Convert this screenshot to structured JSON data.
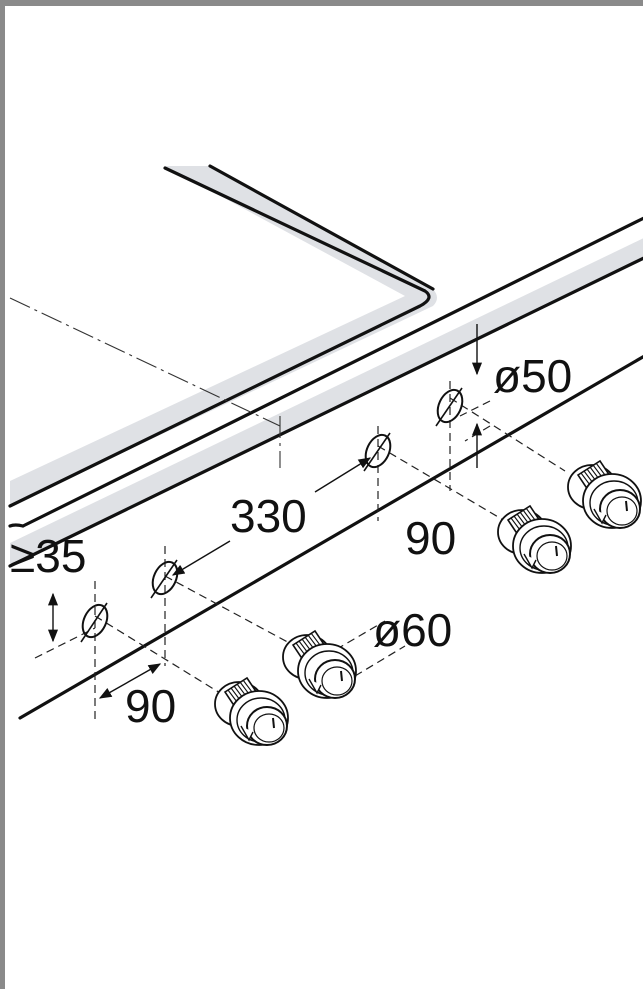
{
  "labels": {
    "min_depth": "≥35",
    "spacing_main": "330",
    "spacing_left": "90",
    "spacing_right": "90",
    "hole_small": "ø50",
    "hole_large": "ø60"
  }
}
